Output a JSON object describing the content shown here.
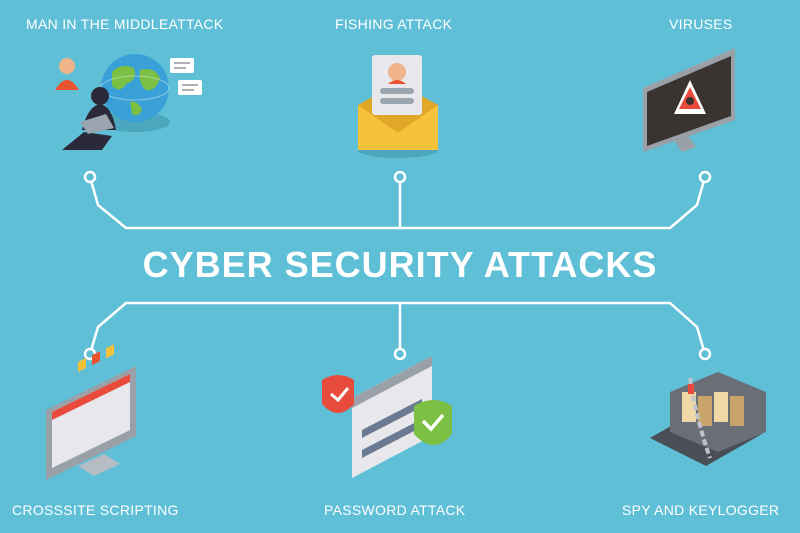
{
  "title": "CYBER SECURITY ATTACKS",
  "nodes": {
    "mitm": {
      "label": "MAN IN THE MIDDLEATTACK",
      "icon": "hacker-globe-icon"
    },
    "fishing": {
      "label": "FISHING ATTACK",
      "icon": "phishing-envelope-icon"
    },
    "viruses": {
      "label": "VIRUSES",
      "icon": "virus-monitor-icon"
    },
    "xss": {
      "label": "CROSSSITE SCRIPTING",
      "icon": "website-monitor-icon"
    },
    "password": {
      "label": "PASSWORD ATTACK",
      "icon": "password-window-shield-icon"
    },
    "spy": {
      "label": "SPY AND KEYLOGGER",
      "icon": "chained-laptop-icon"
    }
  },
  "colors": {
    "background": "#5fbfd6",
    "line": "#ffffff",
    "envelope": "#f5c23a",
    "warning": "#e84b3c",
    "check": "#7bc043"
  }
}
